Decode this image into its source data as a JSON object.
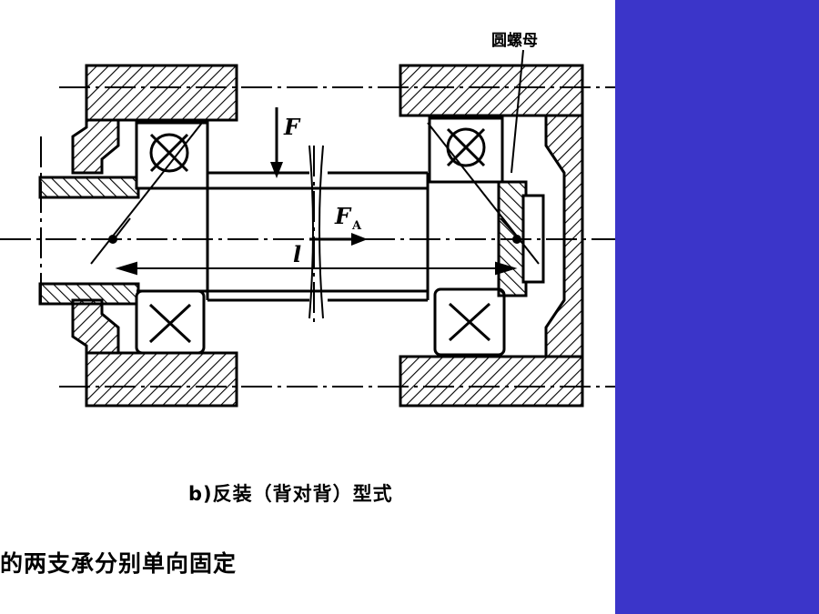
{
  "slide": {
    "subtitle": "的两支承分别单向固定",
    "sidebar_color": "#3b35c9"
  },
  "diagram": {
    "caption": "b)反装（背对背）型式",
    "labels": {
      "round_nut": "圆螺母",
      "force_radial": "F",
      "force_axial": "F",
      "force_axial_sub": "A",
      "span": "l"
    }
  }
}
